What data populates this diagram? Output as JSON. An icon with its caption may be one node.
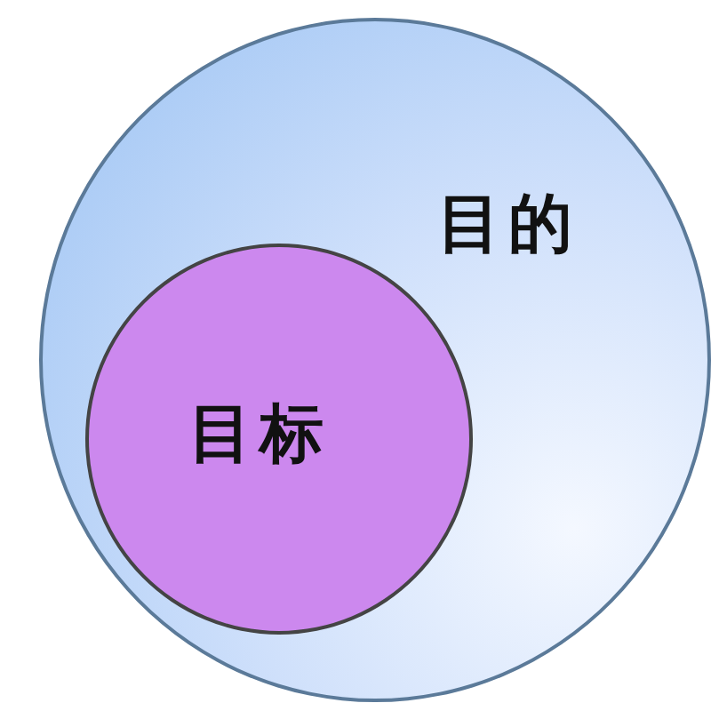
{
  "diagram": {
    "nodes": [
      {
        "text": [
          "目的"
        ]
      },
      {
        "text": [
          "目标"
        ],
        "in": 0
      }
    ]
  }
}
